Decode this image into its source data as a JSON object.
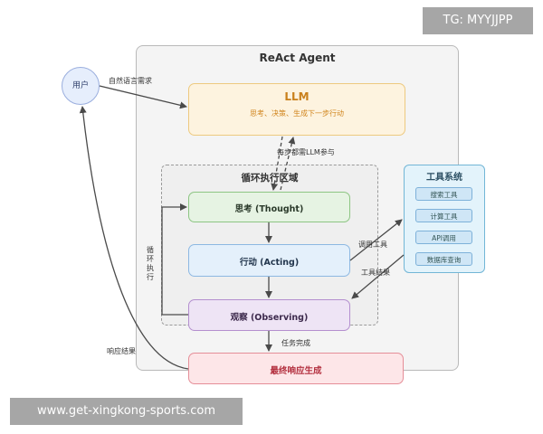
{
  "agent": {
    "title": "ReAct Agent",
    "loop_title": "循环执行区域"
  },
  "user": {
    "label": "用户"
  },
  "llm": {
    "title": "LLM",
    "desc": "思考、决策、生成下一步行动"
  },
  "steps": {
    "think": "思考 (Thought)",
    "act": "行动 (Acting)",
    "observe": "观察 (Observing)",
    "final": "最终响应生成"
  },
  "tools": {
    "title": "工具系统",
    "items": [
      "搜索工具",
      "计算工具",
      "API调用",
      "数据库查询"
    ]
  },
  "edges": {
    "request": "自然语言需求",
    "llm_each": "每步都需LLM参与",
    "call_tool": "调用工具",
    "tool_result": "工具结果",
    "task_done": "任务完成",
    "response": "响应结果",
    "loop": "循环执行"
  },
  "watermarks": {
    "tg": "TG: MYYJJPP",
    "site": "www.get-xingkong-sports.com"
  },
  "colors": {
    "llm": "#edc97f",
    "think": "#8dc583",
    "act": "#8db8e2",
    "observe": "#b48fcf",
    "final": "#e58e98",
    "tools": "#72b6d6"
  }
}
